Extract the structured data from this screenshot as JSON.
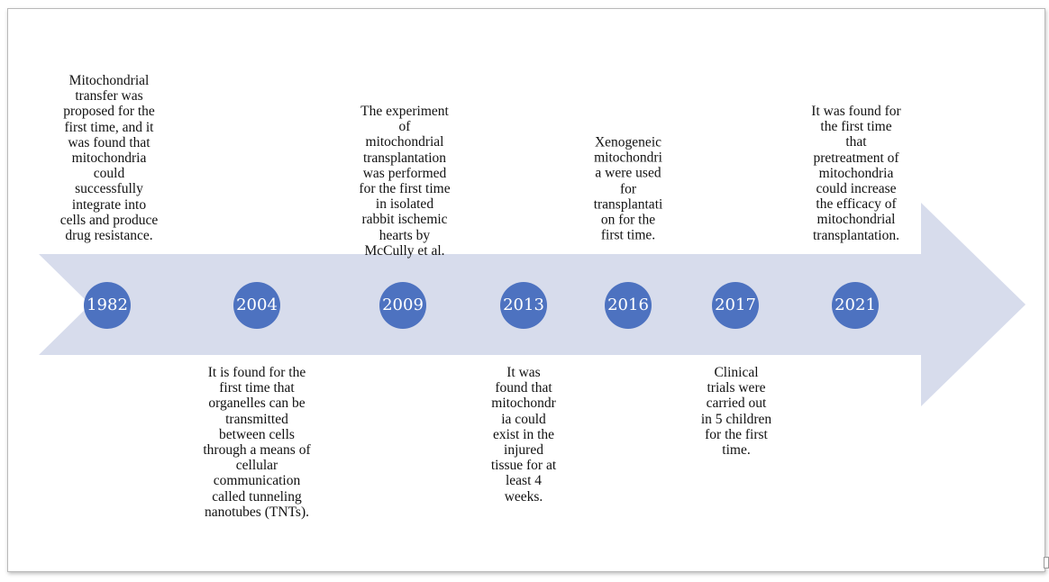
{
  "timeline": {
    "colors": {
      "arrow": "#d7dcec",
      "year_circle": "#4d72c0",
      "year_text": "#ffffff",
      "text": "#111111"
    },
    "events": [
      {
        "year": "1982",
        "position": "top",
        "text": "Mitochondrial\ntransfer was\nproposed for the\nfirst time, and it\nwas found that\nmitochondria\ncould\nsuccessfully\nintegrate into\ncells and produce\ndrug resistance."
      },
      {
        "year": "2004",
        "position": "bottom",
        "text": "It is found for the\nfirst time that\norganelles can be\ntransmitted\nbetween cells\nthrough a means of\ncellular\ncommunication\ncalled tunneling\nnanotubes (TNTs)."
      },
      {
        "year": "2009",
        "position": "top",
        "text": "The experiment\nof\nmitochondrial\ntransplantation\nwas performed\nfor the first time\nin isolated\nrabbit ischemic\nhearts by\nMcCully et al."
      },
      {
        "year": "2013",
        "position": "bottom",
        "text": "It was\nfound that\nmitochondr\nia could\nexist in the\ninjured\ntissue for at\nleast 4\nweeks."
      },
      {
        "year": "2016",
        "position": "top",
        "text": "Xenogeneic\nmitochondri\na were used\nfor\ntransplantati\non for the\nfirst time."
      },
      {
        "year": "2017",
        "position": "bottom",
        "text": "Clinical\ntrials were\ncarried out\nin 5 children\nfor the first\ntime."
      },
      {
        "year": "2021",
        "position": "top",
        "text": "It was found for\nthe first time\nthat\npretreatment of\nmitochondria\ncould increase\nthe efficacy of\nmitochondrial\ntransplantation."
      }
    ]
  }
}
